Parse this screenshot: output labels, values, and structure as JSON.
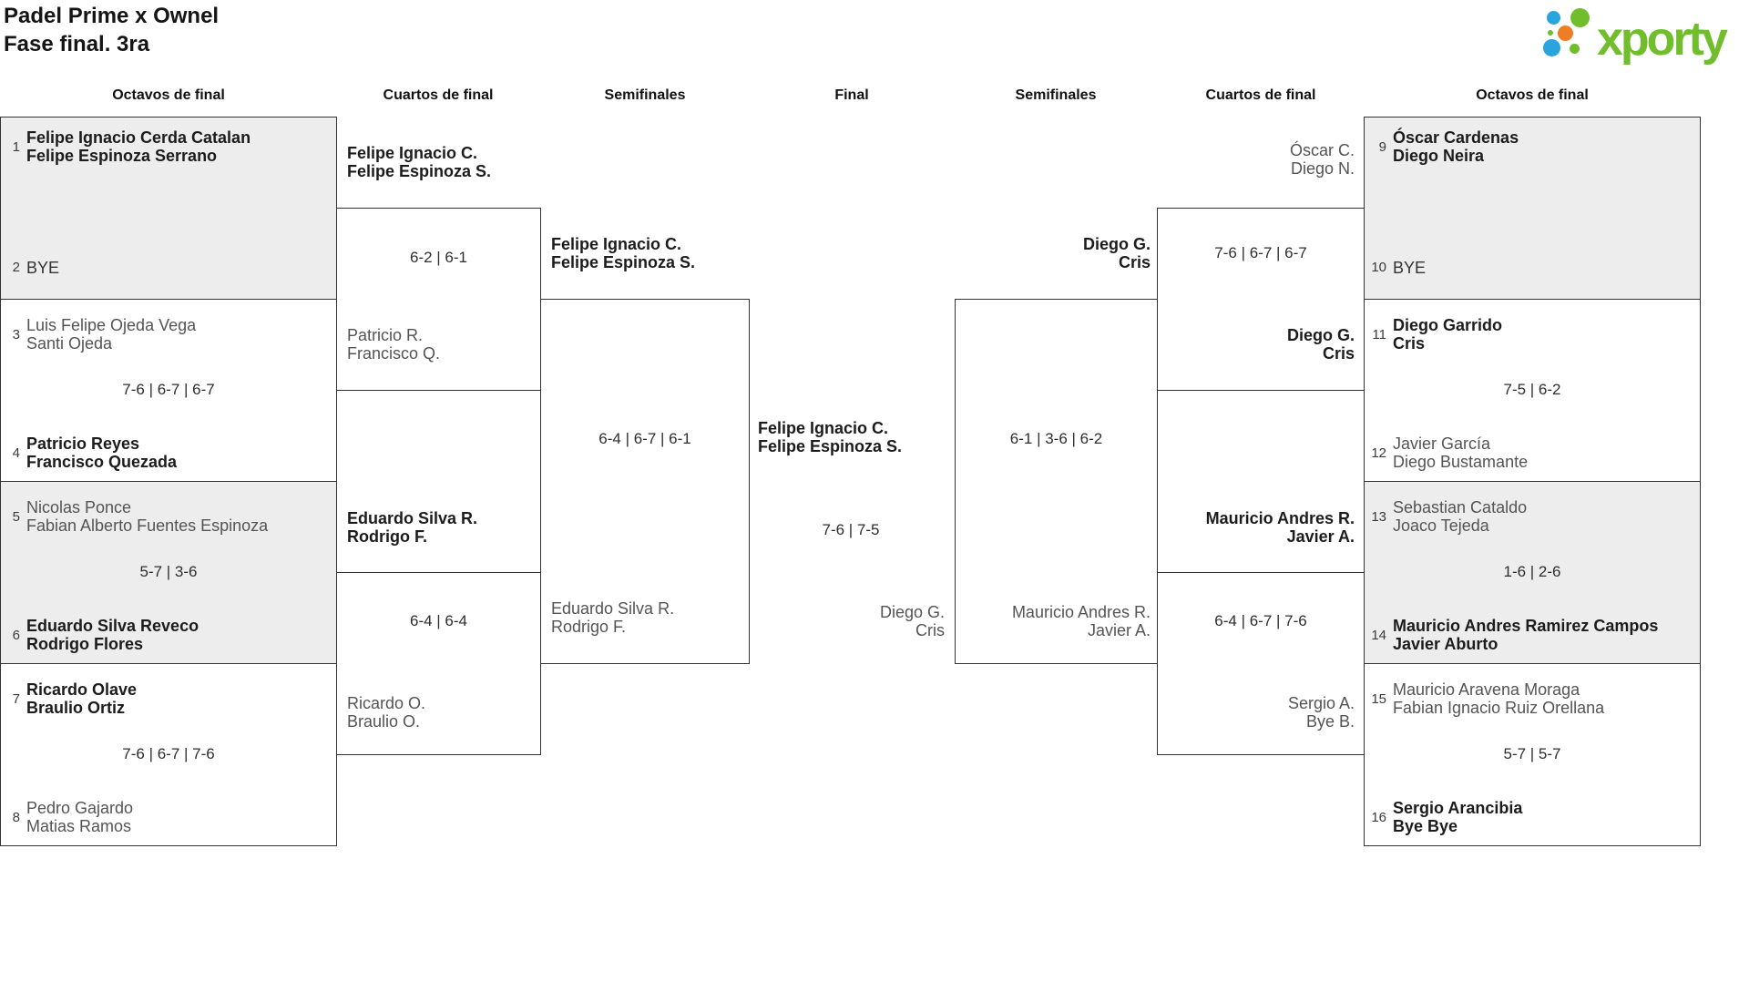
{
  "title": {
    "line1": "Padel Prime x Ownel",
    "line2": "Fase final. 3ra"
  },
  "logo": {
    "wordmark": "xporty",
    "colors": {
      "green": "#71bd2c",
      "blue": "#2aa4dc",
      "orange": "#ee7d23"
    }
  },
  "round_headers": {
    "octavos_left": "Octavos de final",
    "cuartos_left": "Cuartos de final",
    "semifinales_left": "Semifinales",
    "final": "Final",
    "semifinales_right": "Semifinales",
    "cuartos_right": "Cuartos de final",
    "octavos_right": "Octavos de final"
  },
  "octavos": {
    "m1": {
      "seed_a": "1",
      "a1": "Felipe Ignacio Cerda Catalan",
      "a2": "Felipe Espinoza Serrano",
      "seed_b": "2",
      "b1": "BYE"
    },
    "m2": {
      "seed_a": "3",
      "a1": "Luis Felipe Ojeda Vega",
      "a2": "Santi Ojeda",
      "score": "7-6 | 6-7 | 6-7",
      "seed_b": "4",
      "b1": "Patricio Reyes",
      "b2": "Francisco Quezada"
    },
    "m3": {
      "seed_a": "5",
      "a1": "Nicolas Ponce",
      "a2": "Fabian Alberto Fuentes Espinoza",
      "score": "5-7 | 3-6",
      "seed_b": "6",
      "b1": "Eduardo Silva Reveco",
      "b2": "Rodrigo Flores"
    },
    "m4": {
      "seed_a": "7",
      "a1": "Ricardo Olave",
      "a2": "Braulio Ortiz",
      "score": "7-6 | 6-7 | 7-6",
      "seed_b": "8",
      "b1": "Pedro Gajardo",
      "b2": "Matias Ramos"
    },
    "m5": {
      "seed_a": "9",
      "a1": "Óscar Cardenas",
      "a2": "Diego Neira",
      "seed_b": "10",
      "b1": "BYE"
    },
    "m6": {
      "seed_a": "11",
      "a1": "Diego Garrido",
      "a2": "Cris",
      "score": "7-5 | 6-2",
      "seed_b": "12",
      "b1": "Javier García",
      "b2": "Diego Bustamante"
    },
    "m7": {
      "seed_a": "13",
      "a1": "Sebastian Cataldo",
      "a2": "Joaco Tejeda",
      "score": "1-6 | 2-6",
      "seed_b": "14",
      "b1": "Mauricio Andres Ramirez Campos",
      "b2": "Javier Aburto"
    },
    "m8": {
      "seed_a": "15",
      "a1": "Mauricio Aravena Moraga",
      "a2": "Fabian Ignacio Ruiz Orellana",
      "score": "5-7 | 5-7",
      "seed_b": "16",
      "b1": "Sergio Arancibia",
      "b2": "Bye Bye"
    }
  },
  "cuartos": {
    "m1": {
      "a1": "Felipe Ignacio C.",
      "a2": "Felipe Espinoza S.",
      "score": "6-2 | 6-1",
      "b1": "Patricio R.",
      "b2": "Francisco Q."
    },
    "m2": {
      "a1": "Eduardo Silva R.",
      "a2": "Rodrigo F.",
      "score": "6-4 | 6-4",
      "b1": "Ricardo O.",
      "b2": "Braulio O."
    },
    "m3": {
      "a1": "Óscar C.",
      "a2": "Diego N.",
      "score": "7-6 | 6-7 | 6-7",
      "b1": "Diego G.",
      "b2": "Cris"
    },
    "m4": {
      "a1": "Mauricio Andres R.",
      "a2": "Javier A.",
      "score": "6-4 | 6-7 | 7-6",
      "b1": "Sergio A.",
      "b2": "Bye B."
    }
  },
  "semifinales": {
    "m1": {
      "a1": "Felipe Ignacio C.",
      "a2": "Felipe Espinoza S.",
      "score": "6-4 | 6-7 | 6-1",
      "b1": "Eduardo Silva R.",
      "b2": "Rodrigo F."
    },
    "m2": {
      "a1": "Diego G.",
      "a2": "Cris",
      "score": "6-1 | 3-6 | 6-2",
      "b1": "Mauricio Andres R.",
      "b2": "Javier A."
    }
  },
  "final": {
    "a1": "Felipe Ignacio C.",
    "a2": "Felipe Espinoza S.",
    "score": "7-6 | 7-5",
    "b1": "Diego G.",
    "b2": "Cris"
  }
}
